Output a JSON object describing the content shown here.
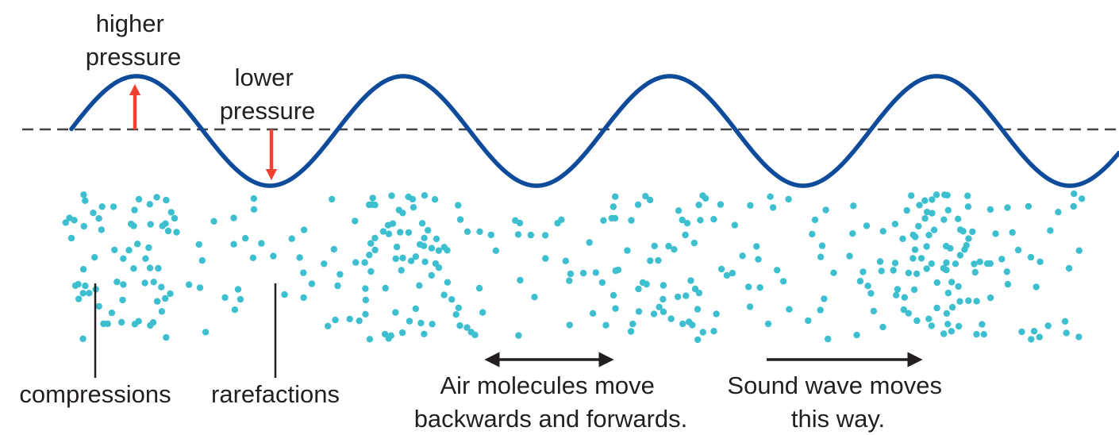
{
  "labels": {
    "higher_pressure": [
      "higher",
      "pressure"
    ],
    "lower_pressure": [
      "lower",
      "pressure"
    ],
    "compressions": "compressions",
    "rarefactions": "rarefactions",
    "air_molecules": [
      "Air molecules move",
      "backwards and forwards."
    ],
    "sound_wave": [
      "Sound wave moves",
      "this way."
    ]
  },
  "colors": {
    "wave": "#0e4b9a",
    "baseline": "#444444",
    "pressure_arrow": "#ef4130",
    "molecule": "#3dbfcf",
    "text": "#231f20"
  },
  "icons": {
    "higher_pressure_arrow": "arrow-up-icon",
    "lower_pressure_arrow": "arrow-down-icon",
    "air_molecules_arrow": "double-arrow-horizontal-icon",
    "sound_wave_arrow": "arrow-right-icon"
  }
}
